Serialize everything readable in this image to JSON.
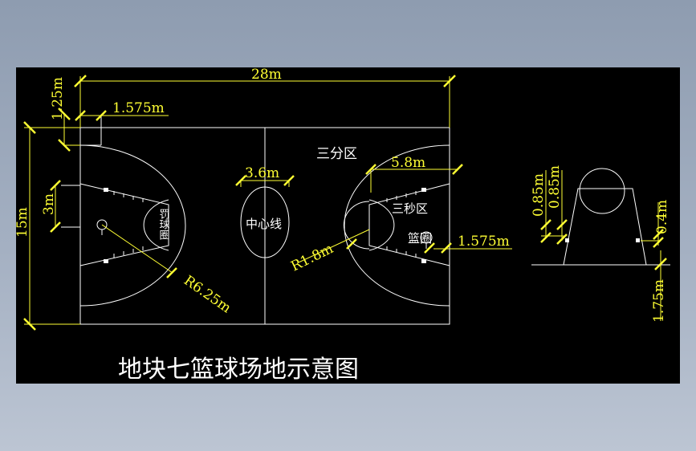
{
  "title": "地块七篮球场地示意图",
  "colors": {
    "background": "#000000",
    "court_lines": "#ffffff",
    "dimension_lines": "#ffff33",
    "window_gradient": "#a4b0c2"
  },
  "labels": {
    "three_point_area": "三分区",
    "three_second_area": "三秒区",
    "center_line": "中心线",
    "free_throw_circle": "罚球圈",
    "hoop": "篮圈"
  },
  "dimensions": {
    "court_length": "28m",
    "court_width": "15m",
    "baseline_offset": "1.25m",
    "hoop_offset_top": "1.575m",
    "center_circle": "3.6m",
    "three_point_span": "5.8m",
    "free_throw_lane": "3m",
    "three_point_radius": "R6.25m",
    "circle_radius": "R1.8m",
    "hoop_offset_right": "1.575m",
    "lane_mark_1": "0.85m",
    "lane_mark_2": "0.85m",
    "lane_mark_3": "0.4m",
    "lane_mark_4": "1.75m"
  }
}
